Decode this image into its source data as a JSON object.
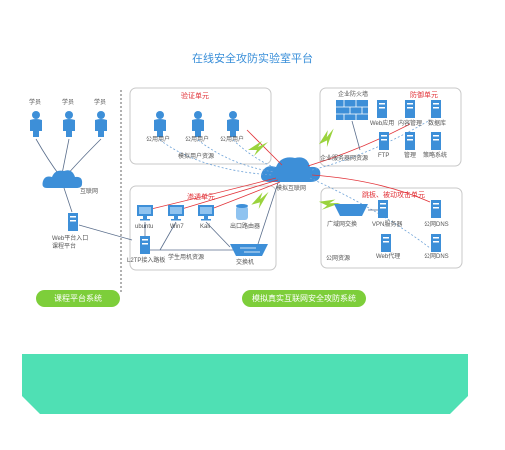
{
  "title": "在线安全攻防实验室平台",
  "students": [
    "学员",
    "学员",
    "学员"
  ],
  "left": {
    "internet": "互联网",
    "web_entry_1": "Web平台入口",
    "web_entry_2": "课程平台",
    "system_label": "课程平台系统"
  },
  "verify": {
    "title": "验证单元",
    "users": [
      "公用用户",
      "公用用户",
      "公用用户"
    ],
    "resource": "模拟用户资源"
  },
  "defense": {
    "title": "防御单元",
    "firewall": "企业防火墙",
    "servers": [
      "Web应用",
      "内容管理",
      "数据库",
      "FTP",
      "管理",
      "策略系统"
    ],
    "resource": "企业服务器网资源"
  },
  "center": {
    "cloud": "模拟互联网"
  },
  "attack": {
    "title": "渗透单元",
    "machines": [
      "ubuntu",
      "Win7",
      "Kali"
    ],
    "gateway": "出口路由器",
    "l2tp": "L2TP接入路板",
    "student_res": "学生用机资源",
    "switch": "交换机"
  },
  "victim": {
    "title": "跳板、被动攻击单元",
    "items": [
      "广域网交换",
      "VPN服务器",
      "公网DNS",
      "Web代理",
      "公网DNS"
    ],
    "resource": "公网资源"
  },
  "bottom_label": "模拟真实互联网安全攻防系统",
  "colors": {
    "blue": "#3a8fd9",
    "green": "#7dce3a",
    "red": "#e2343a",
    "teal": "#4fe0b4",
    "lightning": "#9ad33c"
  }
}
